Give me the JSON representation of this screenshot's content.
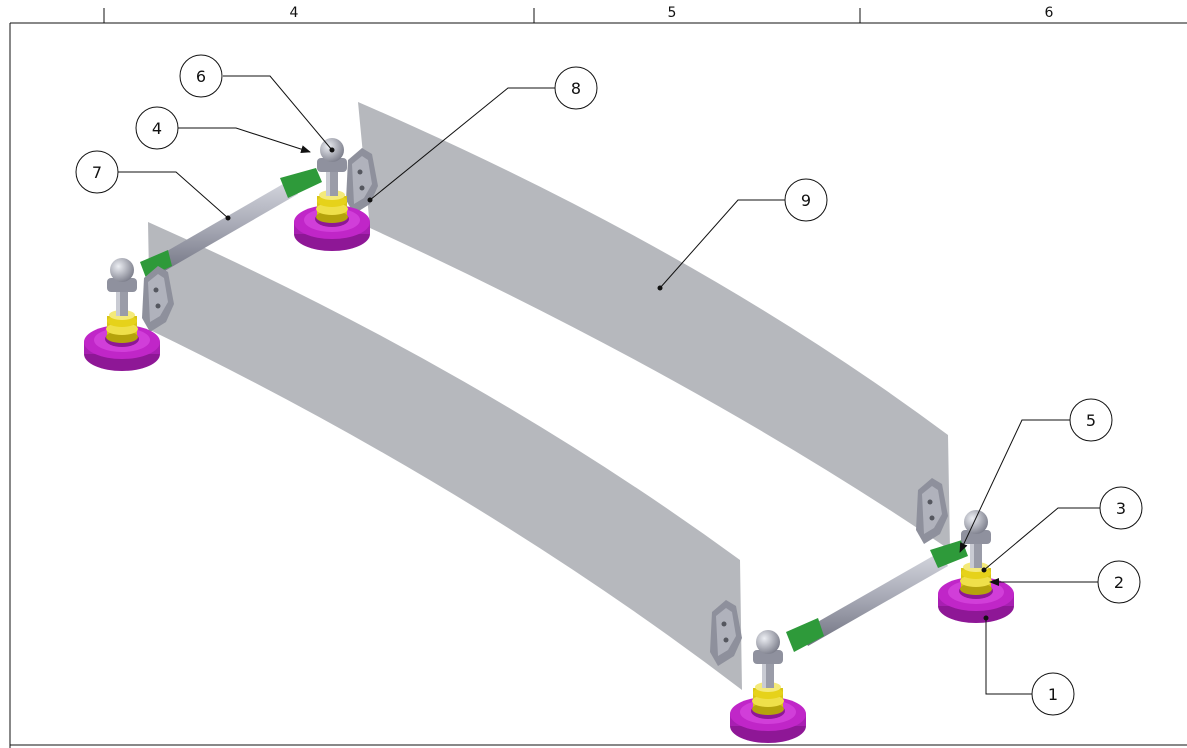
{
  "border": {
    "zone_labels": [
      "4",
      "5",
      "6"
    ]
  },
  "balloons": [
    {
      "label": "1"
    },
    {
      "label": "2"
    },
    {
      "label": "3"
    },
    {
      "label": "4"
    },
    {
      "label": "5"
    },
    {
      "label": "6"
    },
    {
      "label": "7"
    },
    {
      "label": "8"
    },
    {
      "label": "9"
    }
  ],
  "colors": {
    "base_pad": "#c026c8",
    "base_pad_dark": "#8e1796",
    "spring": "#e6d21a",
    "spring_dark": "#b5a30c",
    "joint_boot": "#2e9a3a",
    "metal": "#a6a8b4",
    "metal_dark": "#6f7180",
    "panel": "#9a9ca4",
    "line": "#111111"
  }
}
